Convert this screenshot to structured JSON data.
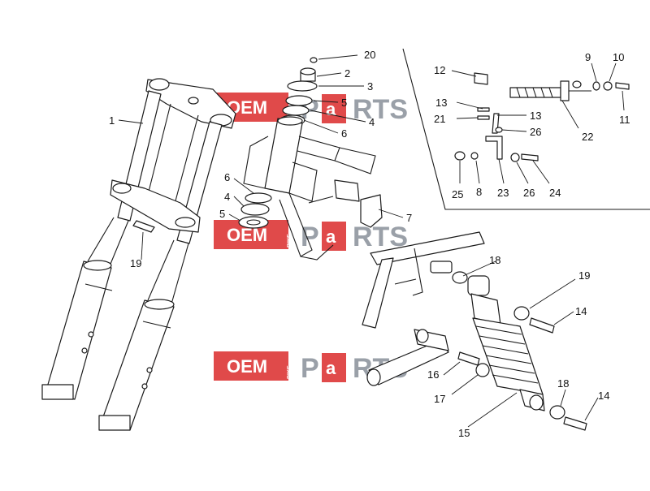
{
  "watermark": {
    "box_text": "OEM",
    "side_text": "BIKE",
    "p_text": "P",
    "a_text": "a",
    "rts_text": "RTS",
    "box_color": "#e04a4a",
    "text_color": "#9aa0a8"
  },
  "callouts": {
    "c1": "1",
    "c2": "2",
    "c3": "3",
    "c4a": "4",
    "c4b": "4",
    "c5a": "5",
    "c5b": "5",
    "c6a": "6",
    "c6b": "6",
    "c7": "7",
    "c9": "9",
    "c10": "10",
    "c11": "11",
    "c12": "12",
    "c13a": "13",
    "c13b": "13",
    "c14a": "14",
    "c14b": "14",
    "c15": "15",
    "c16": "16",
    "c17": "17",
    "c18a": "18",
    "c18b": "18",
    "c19a": "19",
    "c19b": "19",
    "c20": "20",
    "c21": "21",
    "c22": "22",
    "c23": "23",
    "c24": "24",
    "c25": "25",
    "c26a": "26",
    "c26b": "26"
  }
}
